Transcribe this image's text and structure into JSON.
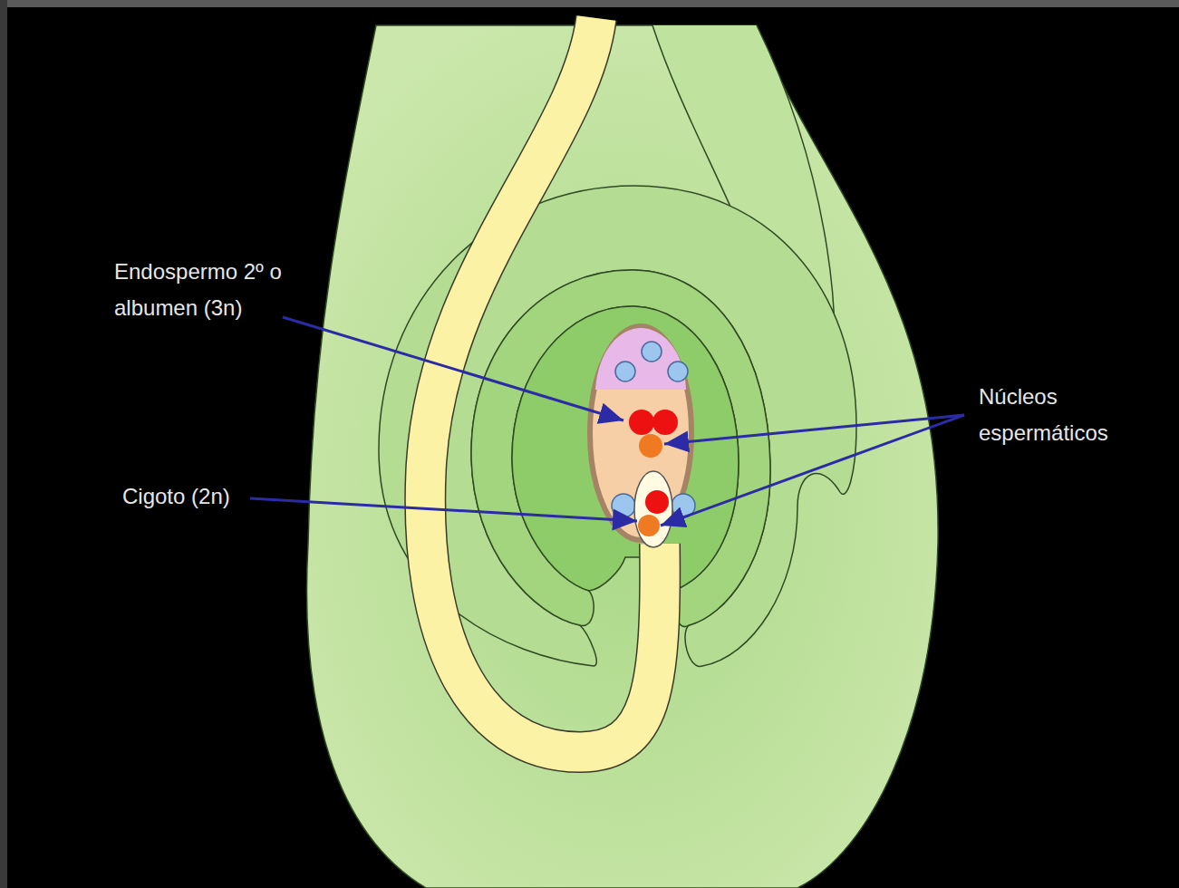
{
  "diagram": {
    "labels": [
      "Endospermo 2º o albumen (3n)",
      "Núcleos espermáticos",
      "Cigoto (2n)"
    ]
  }
}
